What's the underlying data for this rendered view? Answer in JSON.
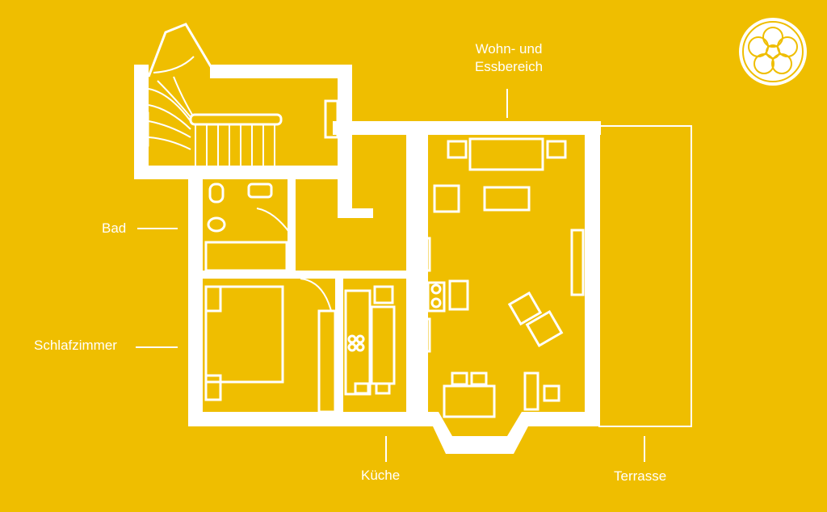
{
  "labels": {
    "wohn_line1": "Wohn- und",
    "wohn_line2": "Essbereich",
    "bad": "Bad",
    "schlafzimmer": "Schlafzimmer",
    "kueche": "Küche",
    "terrasse": "Terrasse"
  },
  "icons": {
    "logo": "rose-emblem-icon"
  },
  "colors": {
    "background": "#EFBE00",
    "lines": "#FFFFFF"
  }
}
